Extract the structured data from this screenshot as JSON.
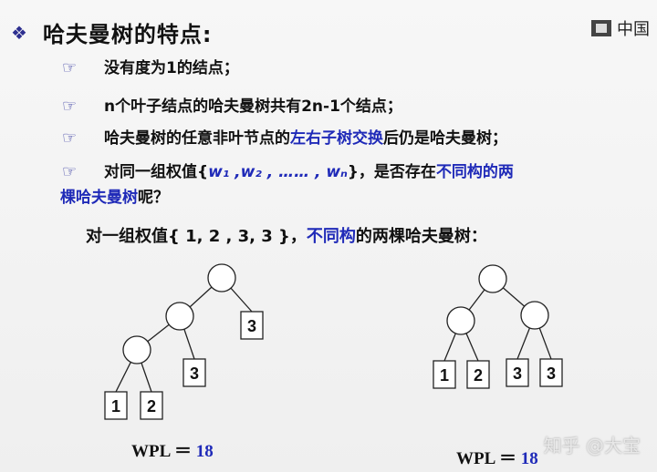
{
  "heading": {
    "marker": "❖",
    "title": "哈夫曼树的特点:"
  },
  "logo": {
    "text": "中国"
  },
  "bullets": [
    {
      "text": "没有度为1的结点；"
    },
    {
      "text": "n个叶子结点的哈夫曼树共有2n-1个结点；"
    },
    {
      "before": "哈夫曼树的任意非叶节点的",
      "highlight": "左右子树交换",
      "after": "后仍是哈夫曼树；"
    },
    {
      "before": "对同一组权值{",
      "weights": "w₁ ,w₂ , …… , wₙ",
      "middle": "}，是否存在",
      "highlight": "不同构的两",
      "line2_highlight": "棵哈夫曼树",
      "line2_after": "呢？"
    }
  ],
  "intro": {
    "before": "对一组权值{ 1, 2 , 3, 3 }，",
    "highlight": "不同构",
    "after": "的两棵哈夫曼树："
  },
  "tree1": {
    "leaves": [
      "1",
      "2",
      "3",
      "3"
    ],
    "wpl_label": "WPL ＝",
    "wpl_value": "18"
  },
  "tree2": {
    "leaves": [
      "1",
      "2",
      "3",
      "3"
    ],
    "wpl_label": "WPL ＝",
    "wpl_value": "18"
  },
  "watermark": "知乎 @大宝",
  "colors": {
    "accent": "#1f2ab8",
    "marker": "#2d2f8f"
  }
}
